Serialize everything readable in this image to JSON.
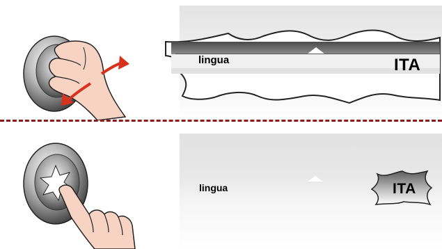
{
  "top_panel": {
    "setting_label": "lingua",
    "setting_value": "ITA",
    "action": "rotate-knob"
  },
  "bottom_panel": {
    "setting_label": "lingua",
    "setting_value": "ITA",
    "action": "press-knob"
  },
  "colors": {
    "separator": "#8b1a1a",
    "arrow": "#d8321f",
    "screen_gray": "#e6e6e6",
    "selected_band": "#6e6e6e"
  }
}
